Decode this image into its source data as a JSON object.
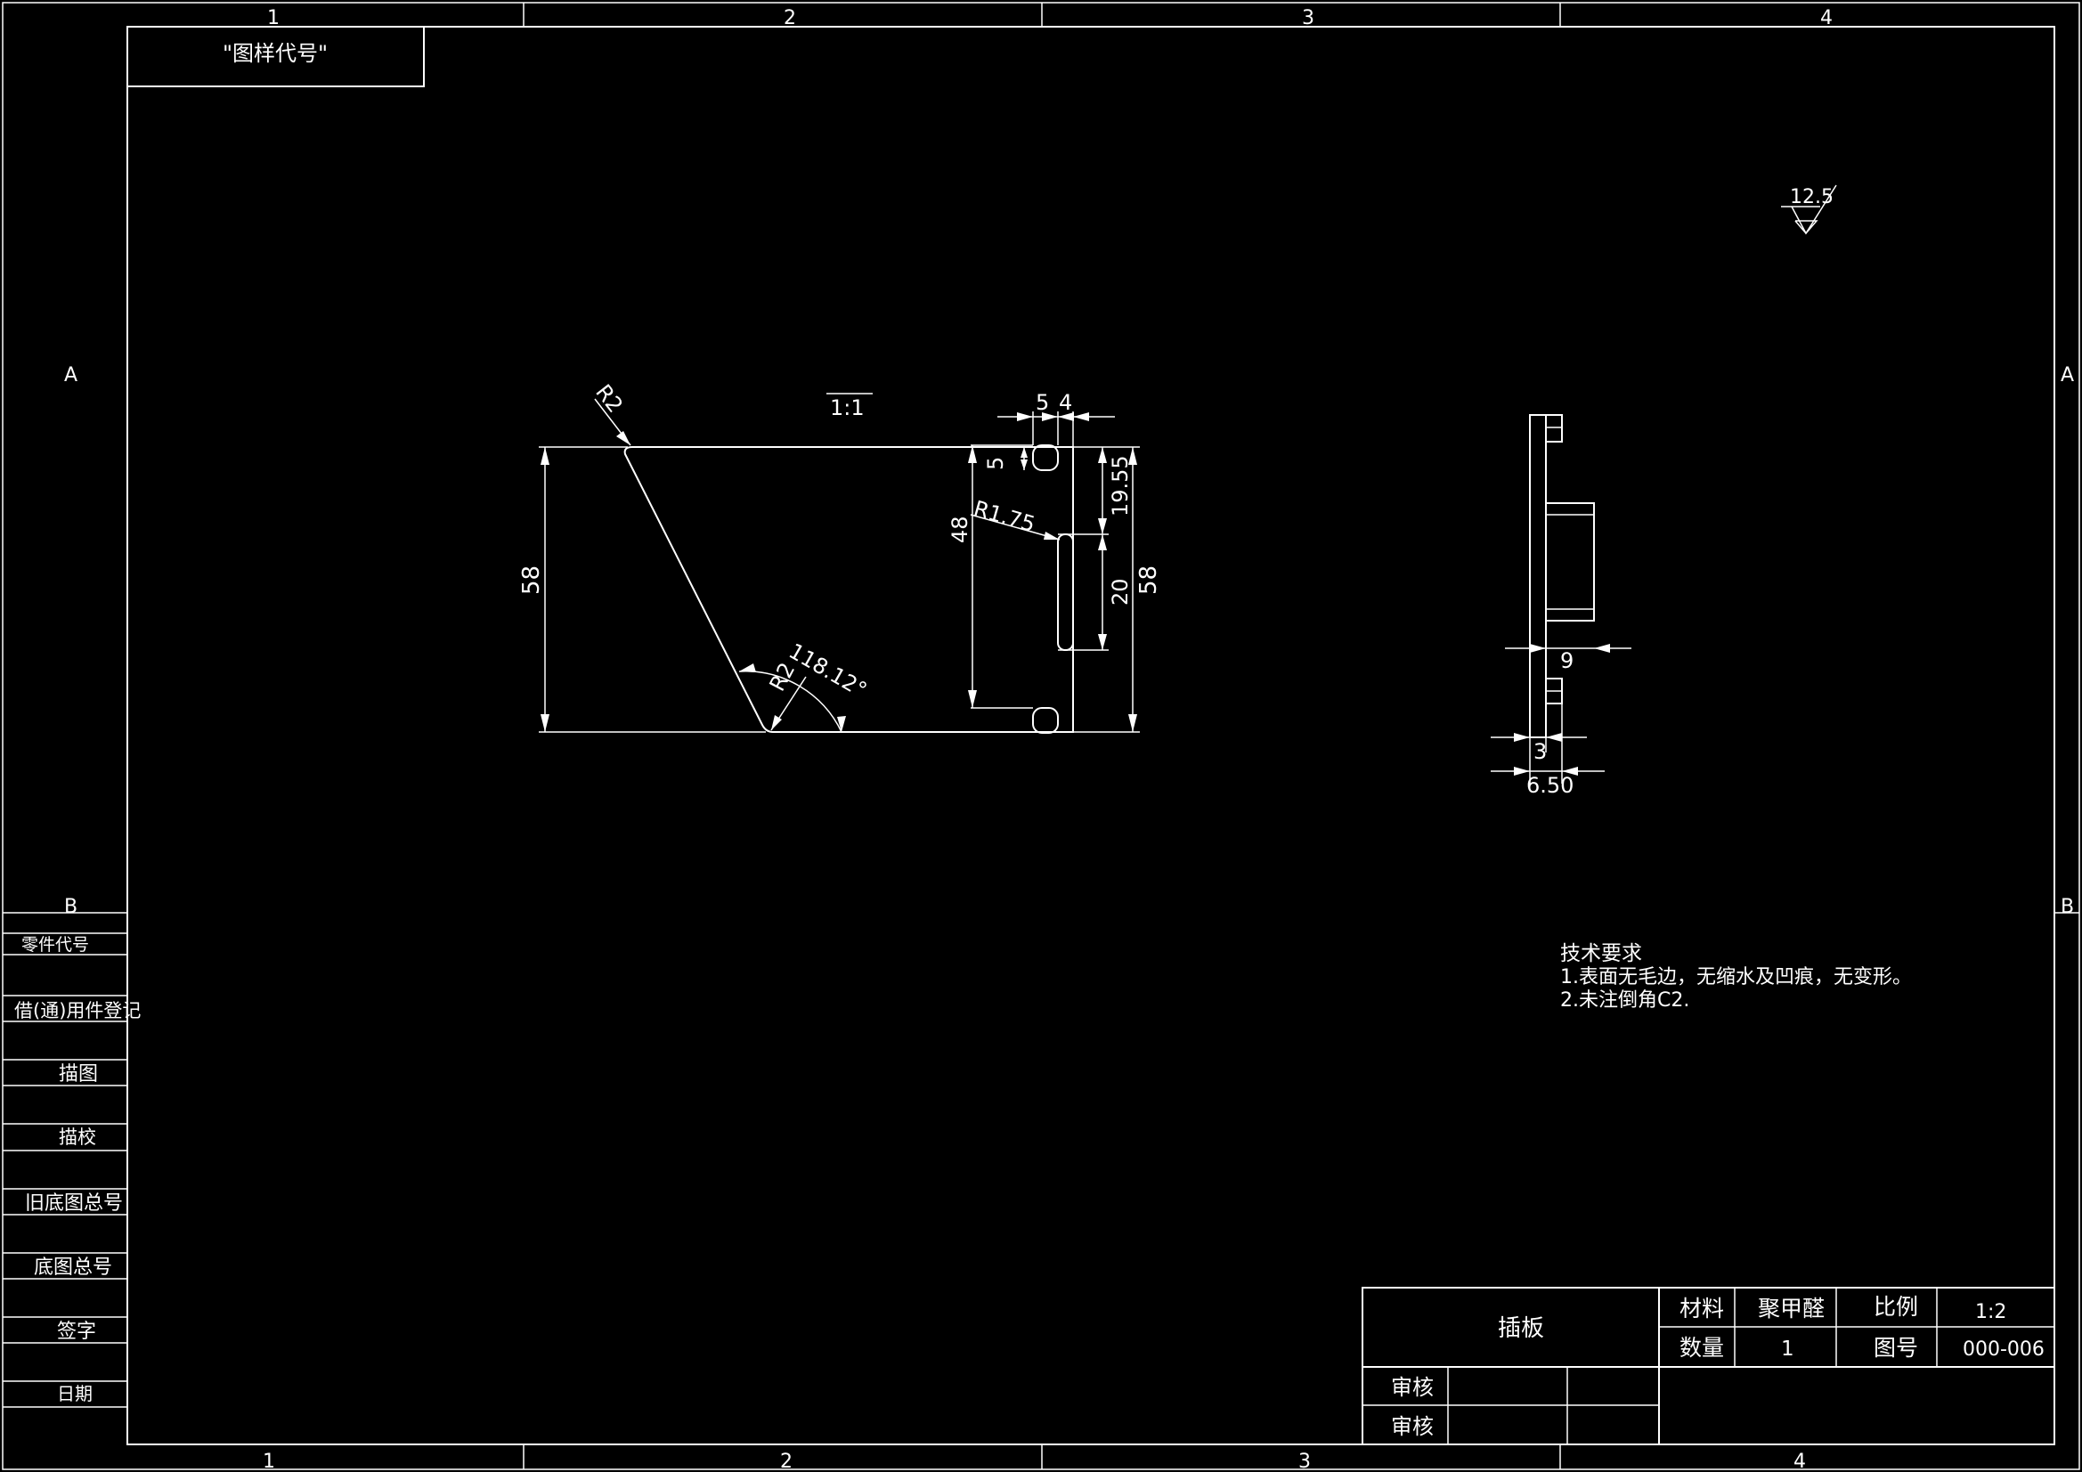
{
  "zone_labels": {
    "columns": [
      "1",
      "2",
      "3",
      "4"
    ],
    "rows": [
      "A",
      "B"
    ]
  },
  "top_label": "\"图样代号\"",
  "left_strip": {
    "items": [
      "零件代号",
      "借(通)用件登记",
      "描图",
      "描校",
      "旧底图总号",
      "底图总号",
      "签字",
      "日期"
    ]
  },
  "surface_finish": "12.5",
  "view_scale": "1:1",
  "front_view": {
    "dims": {
      "r_top": "R2",
      "r_bottom": "R2",
      "angle": "118.12°",
      "height_left": "58",
      "height_right": "58",
      "total_right": "48",
      "slot_top": "5",
      "width_a": "5",
      "width_b": "4",
      "r_slot": "R1.75",
      "offset": "19.55",
      "slot_len": "20"
    }
  },
  "side_view": {
    "dims": {
      "d9": "9",
      "d3": "3",
      "d650": "6.50"
    }
  },
  "tech_requirements": {
    "title": "技术要求",
    "lines": [
      "1.表面无毛边，无缩水及凹痕，无变形。",
      "2.未注倒角C2."
    ]
  },
  "title_block": {
    "part_name": "插板",
    "material_label": "材料",
    "material_value": "聚甲醛",
    "scale_label": "比例",
    "scale_value": "1:2",
    "qty_label": "数量",
    "qty_value": "1",
    "drawing_no_label": "图号",
    "drawing_no_value": "000-006",
    "review_1": "审核",
    "review_2": "审核"
  }
}
